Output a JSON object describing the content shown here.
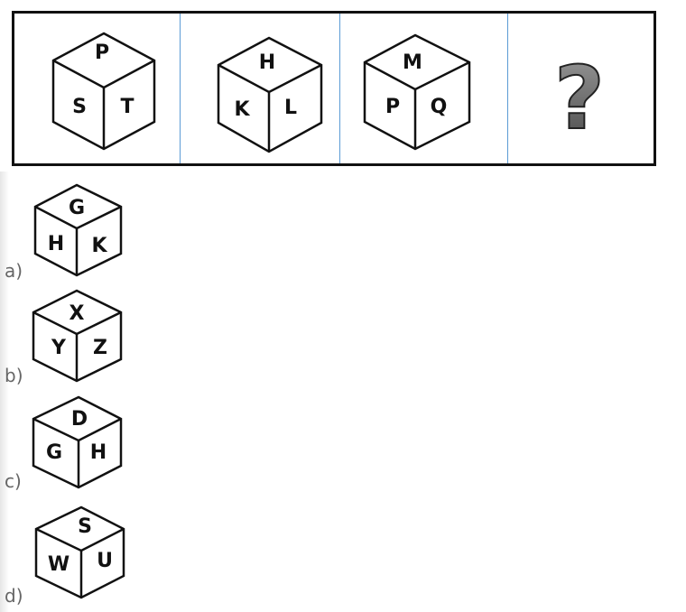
{
  "question": {
    "cubes": [
      {
        "top": "P",
        "left": "S",
        "right": "T"
      },
      {
        "top": "H",
        "left": "K",
        "right": "L"
      },
      {
        "top": "M",
        "left": "P",
        "right": "Q"
      }
    ],
    "missing_mark": "?"
  },
  "options": [
    {
      "label": "a)",
      "top": "G",
      "left": "H",
      "right": "K"
    },
    {
      "label": "b)",
      "top": "X",
      "left": "Y",
      "right": "Z"
    },
    {
      "label": "c)",
      "top": "D",
      "left": "G",
      "right": "H"
    },
    {
      "label": "d)",
      "top": "S",
      "left": "W",
      "right": "U"
    }
  ]
}
